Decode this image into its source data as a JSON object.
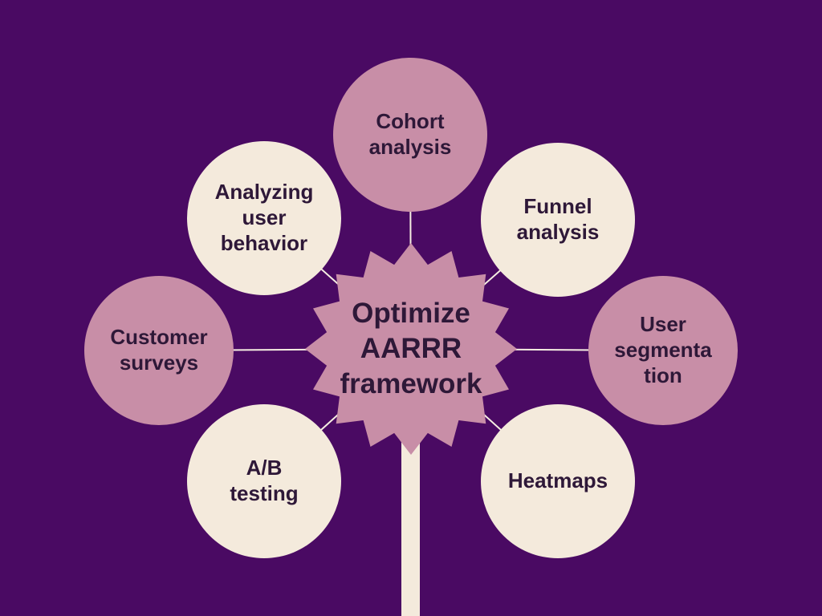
{
  "title": "Optimize AARRR framework diagram",
  "colors": {
    "background": "#4A0A63",
    "mauve_node": "#C88EA7",
    "cream_node": "#F4EADC",
    "label_text": "#2E1838",
    "connector_line": "#F6EEE2"
  },
  "center": {
    "label": "Optimize AARRR framework",
    "lines": [
      "Optimize",
      "AARRR",
      "framework"
    ]
  },
  "nodes": [
    {
      "label": "Cohort analysis",
      "variant": "mauve",
      "lines": [
        "Cohort",
        "analysis"
      ]
    },
    {
      "label": "Funnel analysis",
      "variant": "cream",
      "lines": [
        "Funnel",
        "analysis"
      ]
    },
    {
      "label": "User segmentation",
      "variant": "mauve",
      "lines": [
        "User",
        "segmenta",
        "tion"
      ]
    },
    {
      "label": "Heatmaps",
      "variant": "cream",
      "lines": [
        "Heatmaps"
      ]
    },
    {
      "label": "A/B testing",
      "variant": "cream",
      "lines": [
        "A/B",
        "testing"
      ]
    },
    {
      "label": "Customer surveys",
      "variant": "mauve",
      "lines": [
        "Customer",
        "surveys"
      ]
    },
    {
      "label": "Analyzing user behavior",
      "variant": "cream",
      "lines": [
        "Analyzing",
        "user",
        "behavior"
      ]
    }
  ]
}
